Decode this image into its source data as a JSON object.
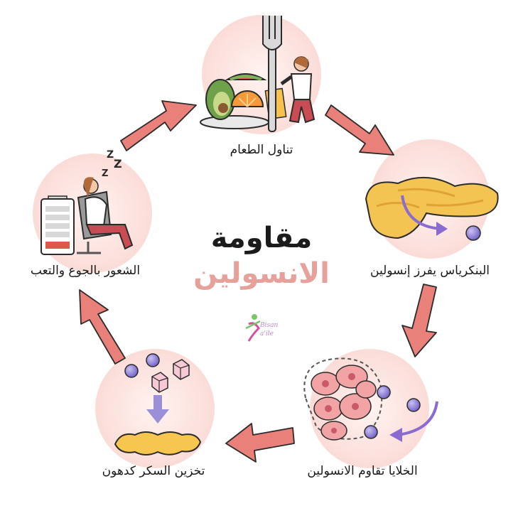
{
  "title": {
    "main": "مقاومة",
    "sub": "الانسولين"
  },
  "steps": [
    {
      "label": "تناول الطعام"
    },
    {
      "label": "البنكرياس يفرز إنسولين"
    },
    {
      "label": "الخلايا تقاوم الانسولين"
    },
    {
      "label": "تخزين السكر كدهون"
    },
    {
      "label": "الشعور بالجوع والتعب"
    }
  ],
  "logo": {
    "line1": "Bisan",
    "line2": "a'ile"
  },
  "colors": {
    "arrow": "#e9817a",
    "arrow_stroke": "#2b2b2b",
    "circle_bg": "#fbe4e0",
    "accent_title": "#e5a19a",
    "molecule": "#9b8fd8"
  }
}
